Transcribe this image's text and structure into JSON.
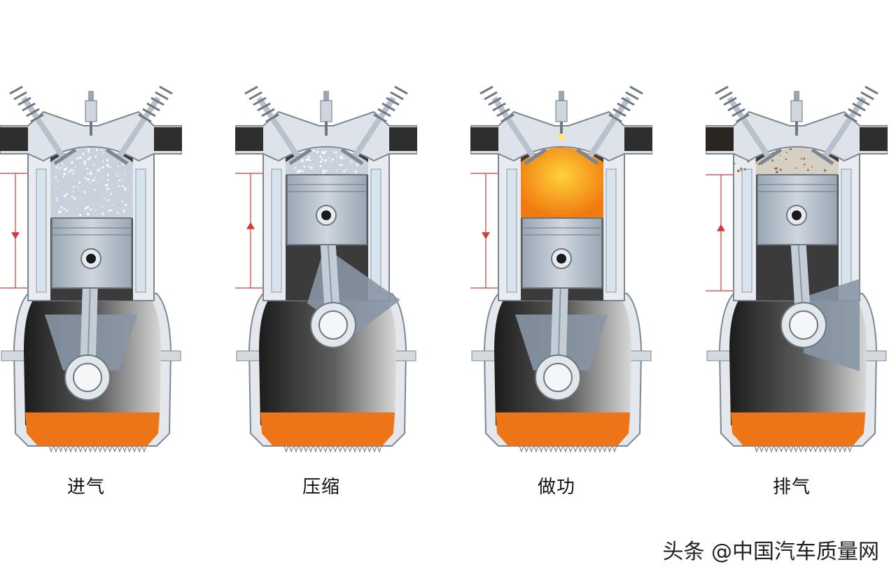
{
  "strokes": [
    {
      "label": "进气",
      "charge": "mixture",
      "arrow": "down",
      "crank": "left"
    },
    {
      "label": "压缩",
      "charge": "compressed",
      "arrow": "up",
      "crank": "down-left"
    },
    {
      "label": "做功",
      "charge": "combustion",
      "arrow": "down",
      "crank": "left"
    },
    {
      "label": "排气",
      "charge": "exhaust",
      "arrow": "up",
      "crank": "down"
    }
  ],
  "watermark": "头条 @中国汽车质量网",
  "colors": {
    "oil": "#ee7418",
    "metal_light": "#cfd6de",
    "metal_mid": "#9aa6b4",
    "crankcase_dark": "#2a2a2a",
    "flame_core": "#ffd23a",
    "flame_edge": "#f07a10",
    "stroke_marker": "#d23a3a"
  }
}
